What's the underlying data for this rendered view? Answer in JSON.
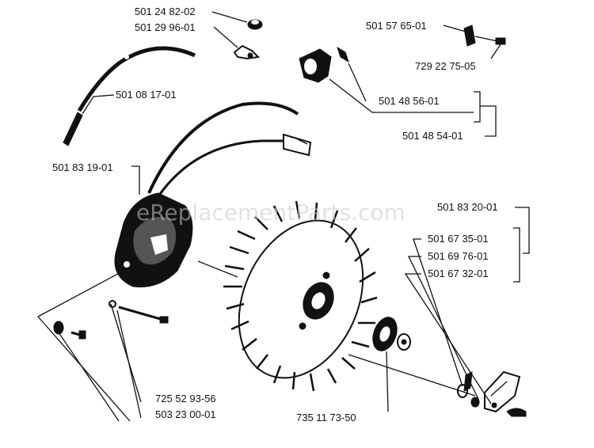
{
  "watermark": "eReplacementParts.com",
  "part_numbers": {
    "p1": "501 24 82-02",
    "p2": "501 29 96-01",
    "p3": "501 57 65-01",
    "p4": "729 22 75-05",
    "p5": "501 08 17-01",
    "p6": "501 48 56-01",
    "p7": "501 48 54-01",
    "p8": "501 83 19-01",
    "p9": "501 83 20-01",
    "p10": "501 67 35-01",
    "p11": "501 69 76-01",
    "p12": "501 67 32-01",
    "p13": "725 52 93-56",
    "p14": "503 23 00-01",
    "p15": "735 11 73-50"
  }
}
